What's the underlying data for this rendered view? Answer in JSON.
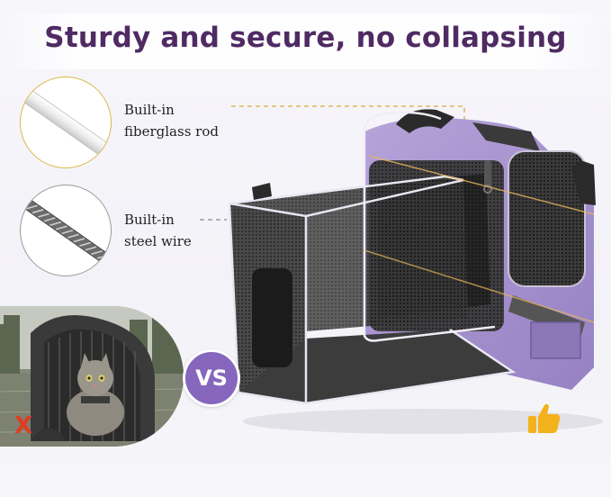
{
  "headline": "Sturdy and secure, no collapsing",
  "features": [
    {
      "icon": "fiberglass-rod-icon",
      "label_line1": "Built-in",
      "label_line2": "fiberglass rod",
      "accent": "#d9b84a"
    },
    {
      "icon": "steel-wire-icon",
      "label_line1": "Built-in",
      "label_line2": "steel wire",
      "accent": "#9a9a9a"
    }
  ],
  "comparison": {
    "vs_label": "VS",
    "bad_mark": "X",
    "good_icon": "thumbs-up-icon"
  },
  "colors": {
    "headline": "#4f2a63",
    "carrier_purple": "#a58fcd",
    "vs_badge": "#8667bd",
    "cross": "#e23b22",
    "thumbs_up": "#f3b21b",
    "rod_callout": "#d9b84a"
  }
}
